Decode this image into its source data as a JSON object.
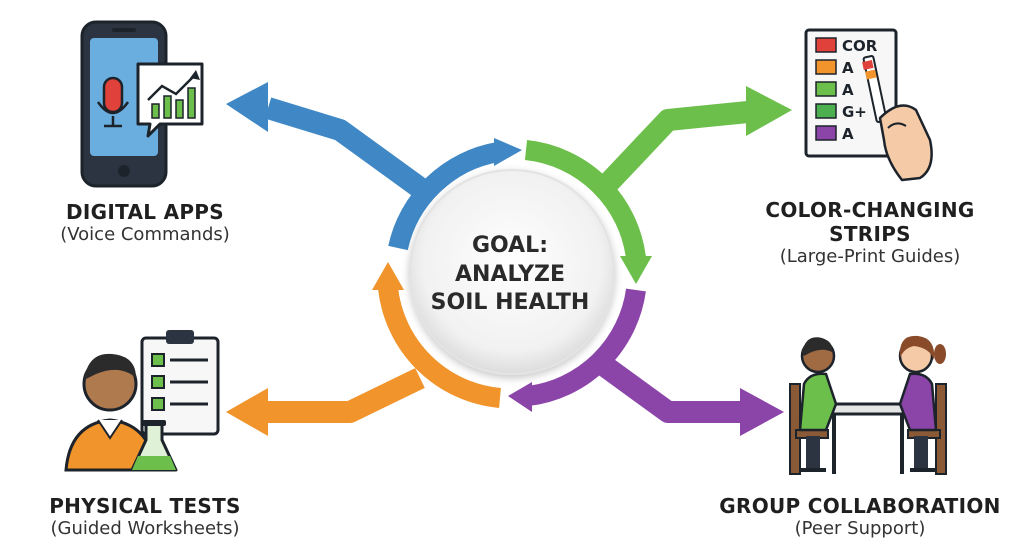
{
  "center": {
    "lines": [
      "GOAL:",
      "ANALYZE",
      "SOIL HEALTH"
    ]
  },
  "branches": {
    "digital_apps": {
      "title": "DIGITAL APPS",
      "subtitle": "(Voice Commands)",
      "color": "#3f88c5"
    },
    "color_strips": {
      "title_lines": [
        "COLOR-CHANGING",
        "STRIPS"
      ],
      "subtitle": "(Large-Print Guides)",
      "color": "#6cbf4a"
    },
    "physical_tests": {
      "title": "PHYSICAL TESTS",
      "subtitle": "(Guided Worksheets)",
      "color": "#f0942b"
    },
    "group_collab": {
      "title": "GROUP COLLABORATION",
      "subtitle": "(Peer Support)",
      "color": "#8b44a8"
    }
  },
  "strip_card": {
    "rows": [
      {
        "text": "COR",
        "color": "#e0413b"
      },
      {
        "text": "A",
        "color": "#f0942b"
      },
      {
        "text": "A",
        "color": "#6cbf4a"
      },
      {
        "text": "G+",
        "color": "#4caf50"
      },
      {
        "text": "A",
        "color": "#8b44a8"
      }
    ]
  },
  "icons": {
    "apps": "smartphone-chart-microphone-icon",
    "strips": "test-strip-chart-icon",
    "tests": "student-clipboard-flask-icon",
    "group": "two-people-table-icon"
  }
}
